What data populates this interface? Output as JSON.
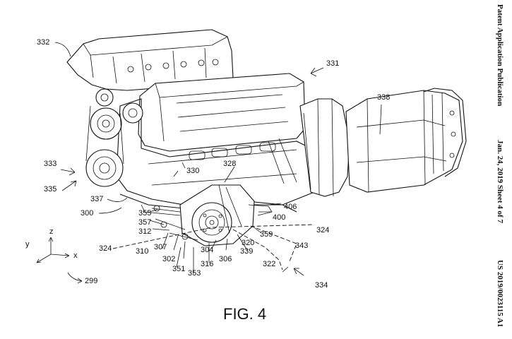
{
  "header": {
    "publication": "Patent Application Publication",
    "date_sheet": "Jan. 24, 2019  Sheet 4 of 7",
    "number": "US 2019/0023115 A1"
  },
  "figure_label": "FIG. 4",
  "axes": {
    "z": "z",
    "y": "y",
    "x": "x"
  },
  "reference_numerals": {
    "r332": "332",
    "r331": "331",
    "r338": "338",
    "r333": "333",
    "r335": "335",
    "r330": "330",
    "r328": "328",
    "r337": "337",
    "r300": "300",
    "r355": "355",
    "r357": "357",
    "r312": "312",
    "r324a": "324",
    "r310": "310",
    "r307": "307",
    "r302": "302",
    "r351": "351",
    "r353": "353",
    "r316": "316",
    "r304": "304",
    "r306": "306",
    "r339": "339",
    "r320": "320",
    "r322": "322",
    "r343": "343",
    "r359": "359",
    "r324b": "324",
    "r400": "400",
    "r406": "406",
    "r334": "334",
    "r299": "299"
  }
}
